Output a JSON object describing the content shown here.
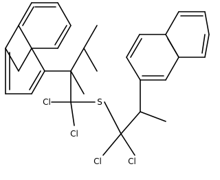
{
  "molecule": {
    "atoms": {
      "cl1": "Cl",
      "cl2": "Cl",
      "s": "S",
      "cl3": "Cl",
      "cl4": "Cl"
    }
  },
  "colors": {
    "bond": "#000000",
    "label": "#000000",
    "background": "#ffffff"
  }
}
